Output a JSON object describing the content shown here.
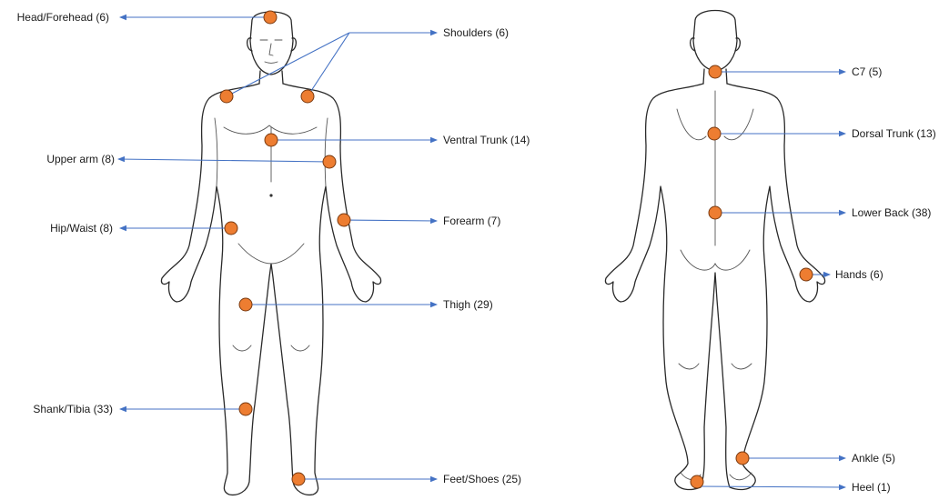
{
  "colors": {
    "dot": "#ed7d31",
    "arrow": "#4472c4"
  },
  "front": {
    "head": "Head/Forehead (6)",
    "shoulders": "Shoulders (6)",
    "ventral_trunk": "Ventral Trunk (14)",
    "upper_arm": "Upper arm (8)",
    "hip_waist": "Hip/Waist (8)",
    "forearm": "Forearm (7)",
    "thigh": "Thigh (29)",
    "shank_tibia": "Shank/Tibia (33)",
    "feet_shoes": "Feet/Shoes (25)"
  },
  "back": {
    "c7": "C7 (5)",
    "dorsal_trunk": "Dorsal Trunk (13)",
    "lower_back": "Lower Back (38)",
    "hands": "Hands (6)",
    "ankle": "Ankle (5)",
    "heel": "Heel (1)"
  }
}
